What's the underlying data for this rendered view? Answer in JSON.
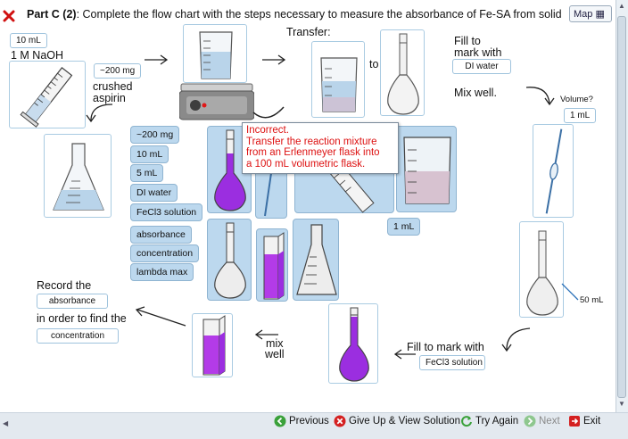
{
  "title": {
    "part": "Part C (2)",
    "text": ": Complete the flow chart with the steps necessary to measure the absorbance of Fe-SA from solid"
  },
  "map_button": "Map",
  "labels": {
    "naoh_volume": "10 mL",
    "naoh_name": "1 M NaOH",
    "aspirin_amount": "~200 mg",
    "aspirin_line1": "crushed",
    "aspirin_line2": "aspirin",
    "transfer": "Transfer:",
    "to": "to",
    "fill_line1": "Fill to",
    "fill_line2": "mark with",
    "fill_water": "DI water",
    "mix_well": "Mix well.",
    "volume_q": "Volume?",
    "volume_val": "1 mL",
    "vol_1ml": "1 mL",
    "vol_50ml": "50 mL",
    "record": "Record the",
    "record_val": "absorbance",
    "in_order": "in order to find the",
    "find_val": "concentration",
    "mix_line1": "mix",
    "mix_line2": "well",
    "fill_fe": "Fill to mark with",
    "fecl3_val": "FeCl3 solution"
  },
  "palette": [
    "~200 mg",
    "10 mL",
    "5 mL",
    "DI water",
    "FeCl3 solution",
    "absorbance",
    "concentration",
    "lambda max"
  ],
  "error": {
    "line1": "Incorrect.",
    "line2": "Transfer the reaction mixture",
    "line3": "from an Erlenmeyer flask into",
    "line4": "a 100 mL volumetric flask."
  },
  "nav": {
    "previous": "Previous",
    "give_up": "Give Up & View Solution",
    "try_again": "Try Again",
    "next": "Next",
    "exit": "Exit"
  },
  "colors": {
    "error": "#dd1111",
    "tile_blue": "#bcd8ee",
    "purple": "#9b2ee0",
    "liquid_blue": "#b9d4ea"
  }
}
